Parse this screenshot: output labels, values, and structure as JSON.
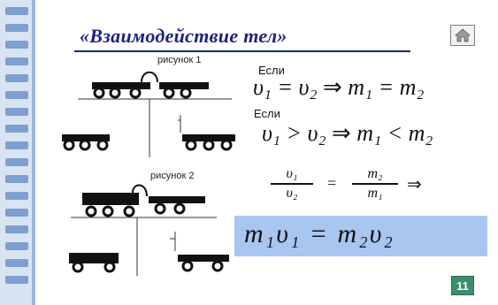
{
  "slide": {
    "title": "«Взаимодействие тел»",
    "number": "11"
  },
  "figure1": {
    "label": "рисунок 1"
  },
  "figure2": {
    "label": "рисунок 2"
  },
  "conditions": {
    "if1": "Если",
    "if2": "Если"
  },
  "formulas": {
    "f1_lhs": "υ₁ = υ₂",
    "f1_arrow": "⇒",
    "f1_rhs": "m₁ = m₂",
    "f2_lhs": "υ₁ > υ₂",
    "f2_arrow": "⇒",
    "f2_rhs": "m₁ < m₂",
    "ratio_left_num": "υ₁",
    "ratio_left_den": "υ₂",
    "ratio_eq": "=",
    "ratio_right_num": "m₂",
    "ratio_right_den": "m₁",
    "ratio_arrow": "⇒",
    "result": "m₁υ₁ = m₂υ₂"
  },
  "icons": {
    "home": "home-icon"
  }
}
